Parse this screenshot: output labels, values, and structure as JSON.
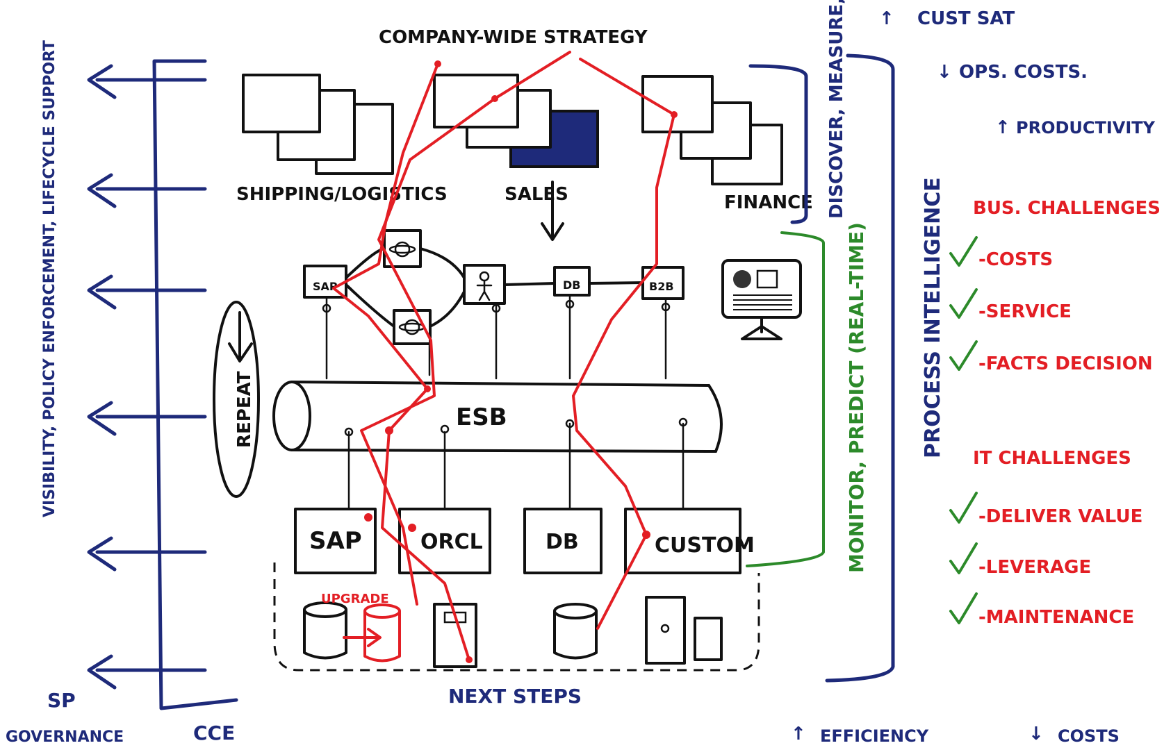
{
  "diagram": {
    "top_title": "COMPANY-WIDE STRATEGY",
    "departments": [
      {
        "label": "SHIPPING/LOGISTICS"
      },
      {
        "label": "SALES"
      },
      {
        "label": "FINANCE"
      }
    ],
    "discover_label": "DISCOVER, MEASURE, COMPARE",
    "monitor_label": "MONITOR, PREDICT (REAL-TIME)",
    "process_label": "PROCESS INTELLIGENCE",
    "left_vertical_label": "VISIBILITY, POLICY ENFORCEMENT, LIFECYCLE SUPPORT",
    "repeat_label": "REPEAT",
    "service_nodes": [
      {
        "label": "SAP"
      },
      {
        "label": "DB"
      },
      {
        "label": "B2B"
      }
    ],
    "bus_label": "ESB",
    "systems": [
      {
        "label": "SAP"
      },
      {
        "label": "ORCL"
      },
      {
        "label": "DB"
      },
      {
        "label": "CUSTOM"
      }
    ],
    "upgrade_label": "UPGRADE",
    "next_steps_label": "NEXT STEPS",
    "sp_label": "SP",
    "governance_label": "GOVERNANCE",
    "cce_label": "CCE",
    "efficiency_label": "EFFICIENCY",
    "costs_bottom_label": "COSTS",
    "outcomes": [
      {
        "arrow": "↑",
        "label": "CUST SAT"
      },
      {
        "arrow": "↓",
        "label": "OPS. COSTS."
      },
      {
        "arrow": "↑",
        "label": "PRODUCTIVITY"
      }
    ],
    "bus_challenges": {
      "title": "BUS. CHALLENGES",
      "items": [
        "-COSTS",
        "-SERVICE",
        "-FACTS DECISION"
      ]
    },
    "it_challenges": {
      "title": "IT CHALLENGES",
      "items": [
        "-DELIVER VALUE",
        "-LEVERAGE",
        "-MAINTENANCE"
      ]
    },
    "colors": {
      "ink": "#111111",
      "blue": "#1e2a7a",
      "red": "#e31e24",
      "green": "#2c8a2a"
    }
  }
}
